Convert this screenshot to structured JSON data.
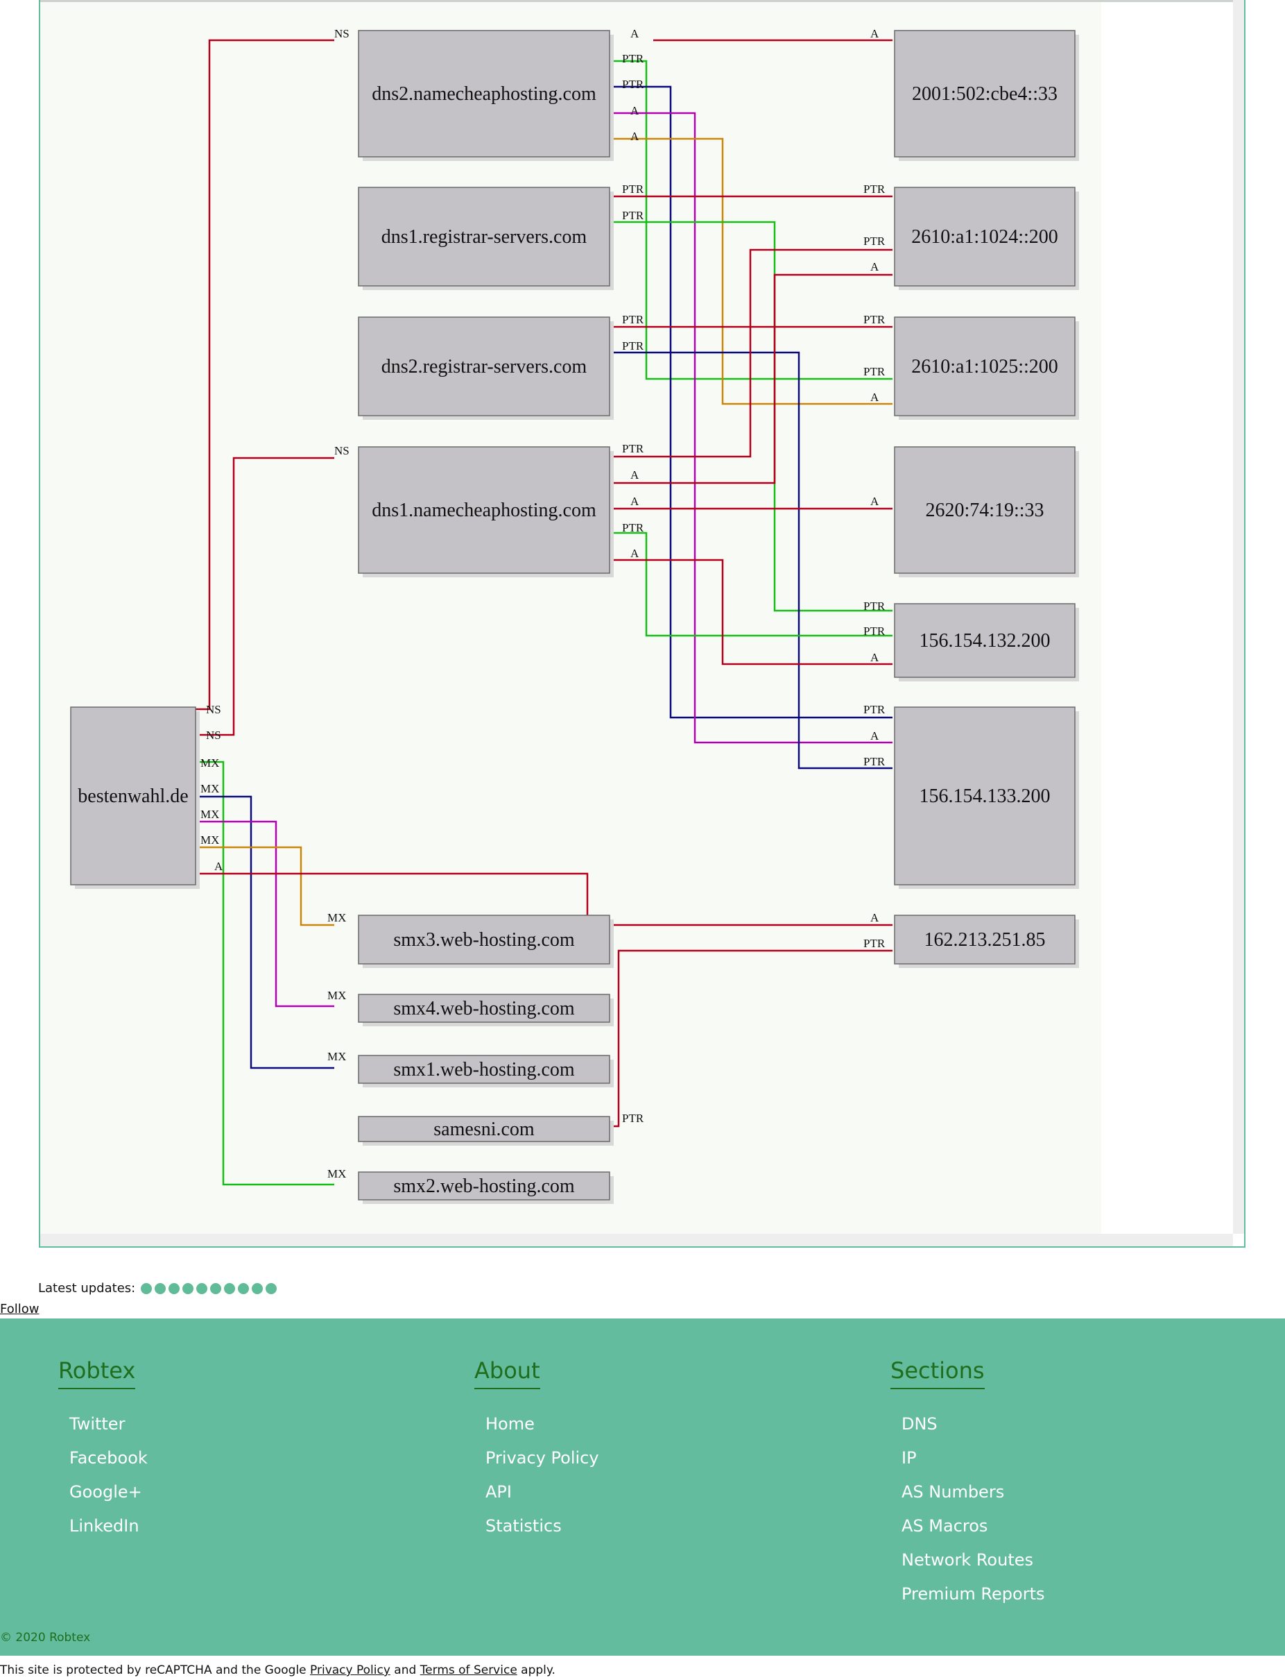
{
  "graph": {
    "domain_node": "bestenwahl.de",
    "nameservers": [
      "dns2.namecheaphosting.com",
      "dns1.registrar-servers.com",
      "dns2.registrar-servers.com",
      "dns1.namecheaphosting.com"
    ],
    "mail_and_other_hosts": [
      "smx3.web-hosting.com",
      "smx4.web-hosting.com",
      "smx1.web-hosting.com",
      "samesni.com",
      "smx2.web-hosting.com"
    ],
    "ip_addresses": [
      "2001:502:cbe4::33",
      "2610:a1:1024::200",
      "2610:a1:1025::200",
      "2620:74:19::33",
      "156.154.132.200",
      "156.154.133.200",
      "162.213.251.85"
    ],
    "edge_label_types": [
      "NS",
      "MX",
      "A",
      "PTR"
    ],
    "edge_colors": {
      "red": "#b0001c",
      "green": "#17bd17",
      "navy": "#0a0a7a",
      "magenta": "#b000b0",
      "orange": "#c9860a"
    }
  },
  "status": {
    "updates_label": "Latest updates:",
    "follow_link": "Follow"
  },
  "footer": {
    "columns": [
      {
        "title": "Robtex",
        "links": [
          "Twitter",
          "Facebook",
          "Google+",
          "LinkedIn"
        ]
      },
      {
        "title": "About",
        "links": [
          "Home",
          "Privacy Policy",
          "API",
          "Statistics"
        ]
      },
      {
        "title": "Sections",
        "links": [
          "DNS",
          "IP",
          "AS Numbers",
          "AS Macros",
          "Network Routes",
          "Premium Reports"
        ]
      }
    ],
    "copyright": "© 2020 Robtex",
    "recaptcha": {
      "prefix": "This site is protected by reCAPTCHA and the Google ",
      "privacy": "Privacy Policy",
      "and": " and ",
      "terms": "Terms of Service",
      "suffix": " apply."
    }
  }
}
